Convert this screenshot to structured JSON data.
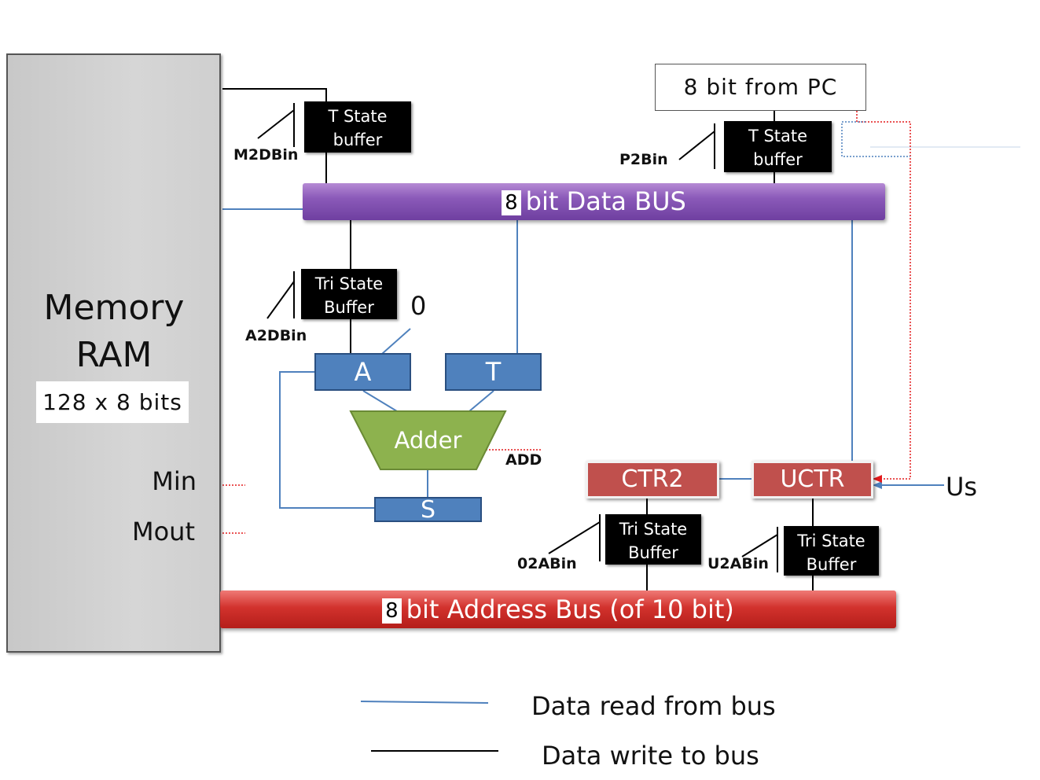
{
  "memory": {
    "title_line1": "Memory",
    "title_line2": "RAM",
    "size": "128 x 8 bits",
    "min": "Min",
    "mout": "Mout"
  },
  "buffers": {
    "m2d": "T State buffer",
    "p2b": "T State buffer",
    "a2d": "Tri State Buffer",
    "o2a": "Tri State Buffer",
    "u2a": "Tri State Buffer"
  },
  "signals": {
    "m2dbin": "M2DBin",
    "p2bin": "P2Bin",
    "a2dbin": "A2DBin",
    "o2abin": "02ABin",
    "u2abin": "U2ABin",
    "add": "ADD",
    "us": "Us",
    "zero": "0"
  },
  "pc_box": "8 bit from PC",
  "data_bus": {
    "width": "8",
    "label": "bit Data BUS"
  },
  "address_bus": {
    "width": "8",
    "label": "bit Address Bus (of 10 bit)"
  },
  "registers": {
    "a": "A",
    "t": "T",
    "s": "S",
    "adder": "Adder",
    "ctr2": "CTR2",
    "uctr": "UCTR"
  },
  "legend": {
    "read": "Data read from bus",
    "write": "Data write to bus"
  },
  "colors": {
    "read_line": "#4f81bd",
    "write_line": "#000000",
    "control_line": "#e31a1c",
    "data_bus": "#7f4fb0",
    "address_bus": "#c0392b",
    "register": "#4f81bd",
    "counter": "#c0504d",
    "adder": "#8db24e"
  }
}
